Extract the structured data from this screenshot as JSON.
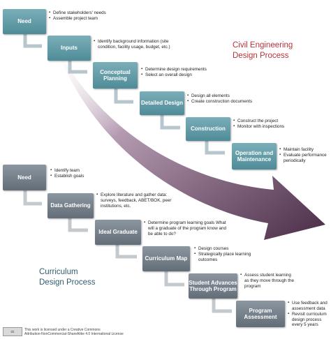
{
  "civil": {
    "title_line1": "Civil Engineering",
    "title_line2": "Design Process",
    "steps": [
      {
        "label": "Need",
        "notes": [
          "Define stakeholders' needs",
          "Assemble project team"
        ]
      },
      {
        "label": "Inputs",
        "notes": [
          "Identify background information (site condition, facility usage, budget, etc.)"
        ]
      },
      {
        "label": "Conceptual Planning",
        "notes": [
          "Determine design requirements",
          "Select an overall design"
        ]
      },
      {
        "label": "Detailed Design",
        "notes": [
          "Design all elements",
          "Create construction documents"
        ]
      },
      {
        "label": "Construction",
        "notes": [
          "Construct the project",
          "Monitor with inspections"
        ]
      },
      {
        "label": "Operation and Maintenance",
        "notes": [
          "Maintain facility",
          "Evaluate performance periodically"
        ]
      }
    ]
  },
  "curriculum": {
    "title_line1": "Curriculum",
    "title_line2": "Design Process",
    "steps": [
      {
        "label": "Need",
        "notes": [
          "Identify team",
          "Establish goals"
        ]
      },
      {
        "label": "Data Gathering",
        "notes": [
          "Explore literature and gather data: surveys, feedback, ABET/BOK, peer institutions, etc."
        ]
      },
      {
        "label": "Ideal Graduate",
        "notes": [
          "Determine program learning goals What will a graduate of the program know and be able to do?"
        ]
      },
      {
        "label": "Curriculum Map",
        "notes": [
          "Design courses",
          "Strategically place learning outcomes"
        ]
      },
      {
        "label": "Student Advances Through Program",
        "notes": [
          "Assess student learning as they move through the program"
        ]
      },
      {
        "label": "Program Assessment",
        "notes": [
          "Use feedback and assessment data",
          "Revisit curriculum design process every 5 years"
        ]
      }
    ]
  },
  "license": {
    "badge": "cc",
    "line1": "This work is licensed under a Creative Commons",
    "line2": "Attribution-NonCommercial-ShareAlike 4.0 International License"
  },
  "colors": {
    "civil_box": "#5f98a4",
    "curriculum_box": "#757f89",
    "arrow": "#5a3a56",
    "civil_title": "#b8323a",
    "curriculum_title": "#2f5c70"
  }
}
